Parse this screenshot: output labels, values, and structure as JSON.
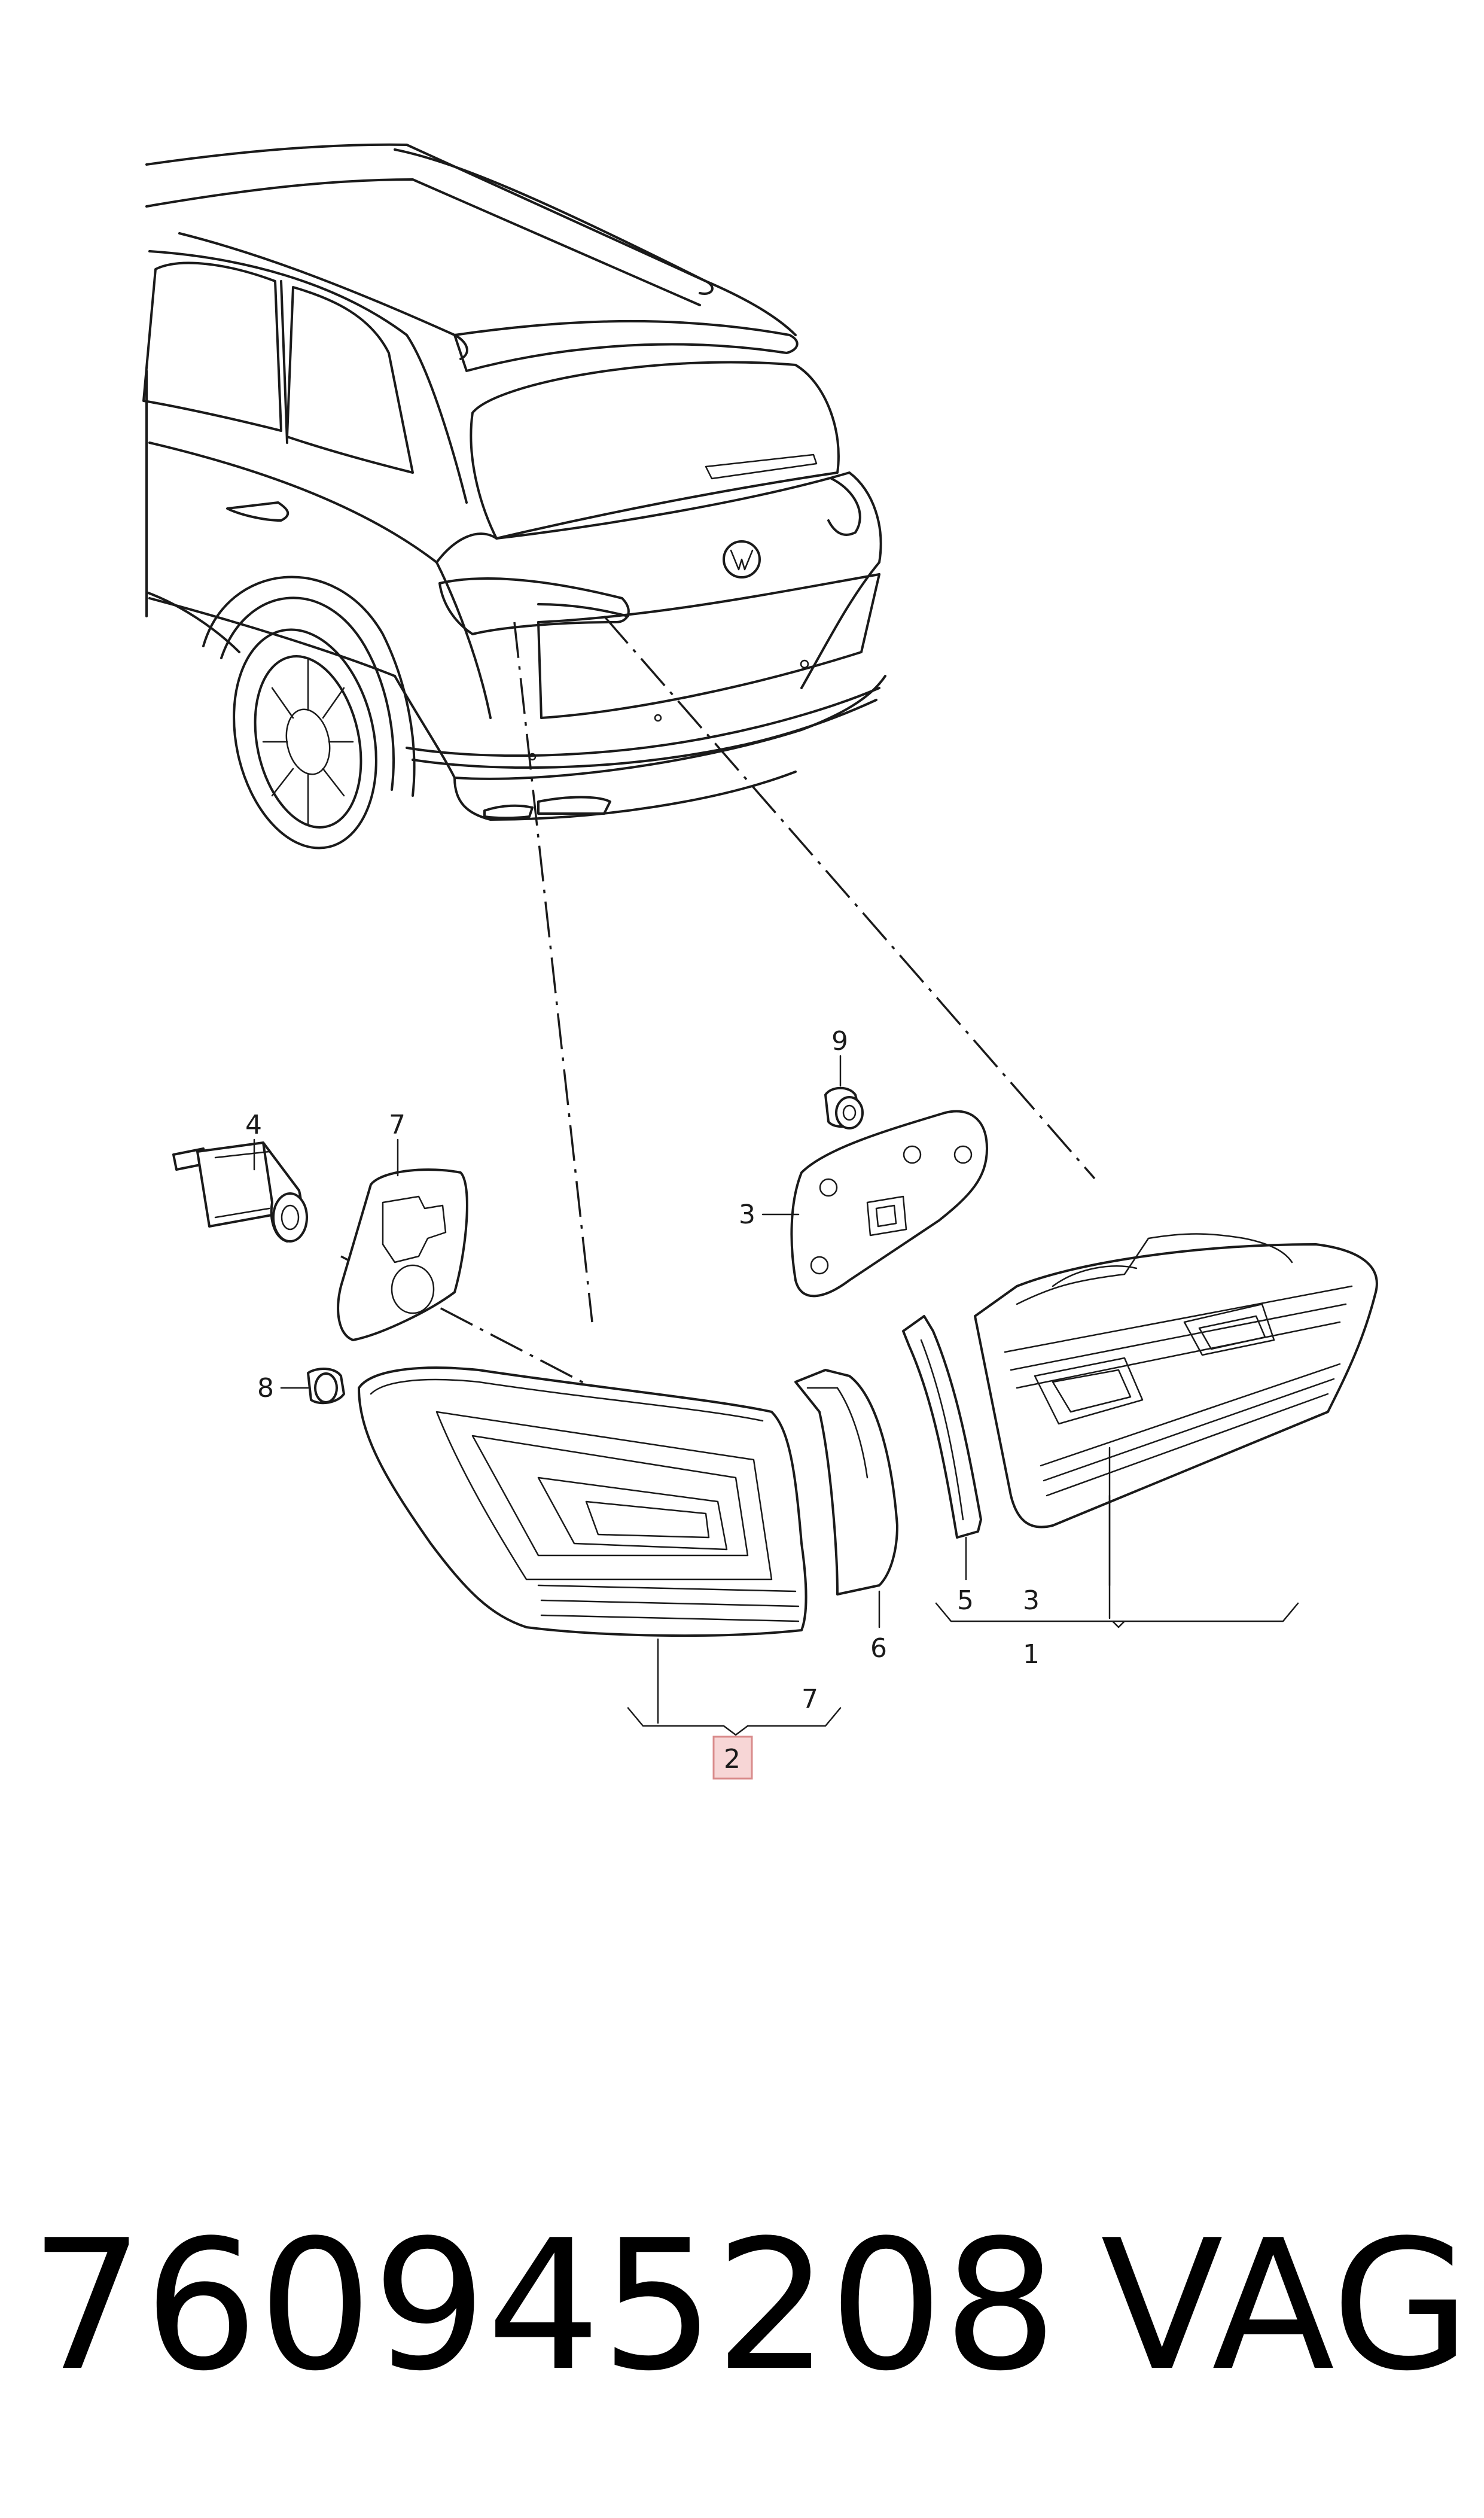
{
  "callouts": {
    "c1": "1",
    "c2": "2",
    "c3_bracket": "3",
    "c3_plate": "3",
    "c4": "4",
    "c5": "5",
    "c6": "6",
    "c7_gasket": "7",
    "c7_bracket": "7",
    "c8": "8",
    "c9": "9"
  },
  "highlighted_callout": "2",
  "footer": {
    "part_number": "760945208",
    "brand": "VAG"
  },
  "colors": {
    "line": "#1a1a1a",
    "highlight_fill": "#f7d6d6",
    "highlight_stroke": "#d98b8b"
  }
}
